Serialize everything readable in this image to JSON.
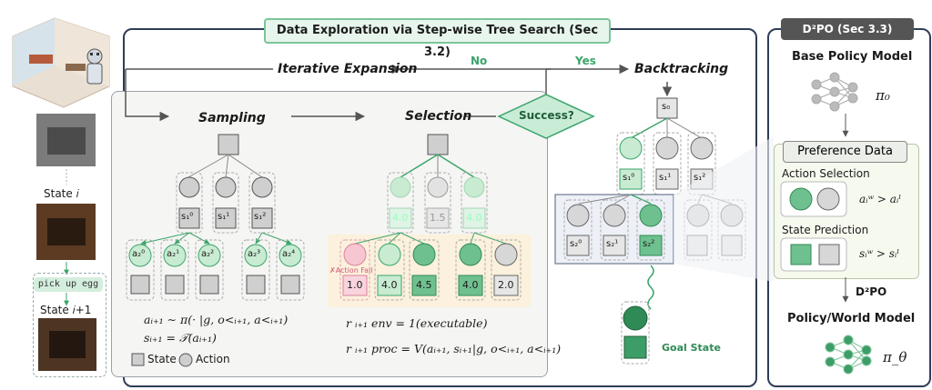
{
  "title": "Data Exploration via Step-wise Tree Search (Sec 3.2)",
  "d2po_header": "D²PO (Sec 3.3)",
  "flow": {
    "iterative_expansion": "Iterative Expansion",
    "no": "No",
    "yes": "Yes",
    "backtracking": "Backtracking",
    "sampling": "Sampling",
    "selection": "Selection",
    "success": "Success?"
  },
  "left": {
    "state_i": "State 𝑖",
    "action": "pick up egg",
    "state_i1": "State 𝑖+1"
  },
  "sampling_tree": {
    "level1": [
      "s₁⁰",
      "s₁¹",
      "s₁²"
    ],
    "level2": [
      "a₂⁰",
      "a₂¹",
      "a₂²",
      "a₂³",
      "a₂⁴"
    ]
  },
  "selection_tree": {
    "level1_scores": [
      "4.0",
      "1.5",
      "4.0"
    ],
    "level2_scores": [
      "1.0",
      "4.0",
      "4.5",
      "4.0",
      "2.0"
    ],
    "action_fail": "✗Action Fail"
  },
  "formulas": {
    "f1": "aᵢ₊₁ ∼ π(· |g, o<ᵢ₊₁, a<ᵢ₊₁)",
    "f2": "sᵢ₊₁ = 𝒯(aᵢ₊₁)",
    "f3": "r ᵢ₊₁ env = 1(executable)",
    "f4": "r ᵢ₊₁ proc = V(aᵢ₊₁, sᵢ₊₁|g, o<ᵢ₊₁, a<ᵢ₊₁)"
  },
  "legend": {
    "state": "State",
    "action": "Action"
  },
  "backtrack_tree": {
    "root": "s₀",
    "level1": [
      "s₁⁰",
      "s₁¹",
      "s₁²"
    ],
    "level2": [
      "s₂⁰",
      "s₂¹",
      "s₂²"
    ],
    "goal": "Goal State"
  },
  "right": {
    "base_policy": "Base Policy Model",
    "pi0": "π₀",
    "pref_data": "Preference Data",
    "action_selection": "Action Selection",
    "action_ineq": "aᵢʷ > aᵢˡ",
    "state_prediction": "State Prediction",
    "state_ineq": "sᵢʷ > sᵢˡ",
    "d2po": "D²PO",
    "policy_world": "Policy/World Model",
    "pitheta": "π_θ"
  },
  "colors": {
    "green_light": "#c8ebd2",
    "green_mid": "#8fd3a6",
    "green_dark": "#2f8a55",
    "pink": "#f7c6d3",
    "gray_node": "#cfcfcf",
    "navy": "#2e3d57"
  }
}
